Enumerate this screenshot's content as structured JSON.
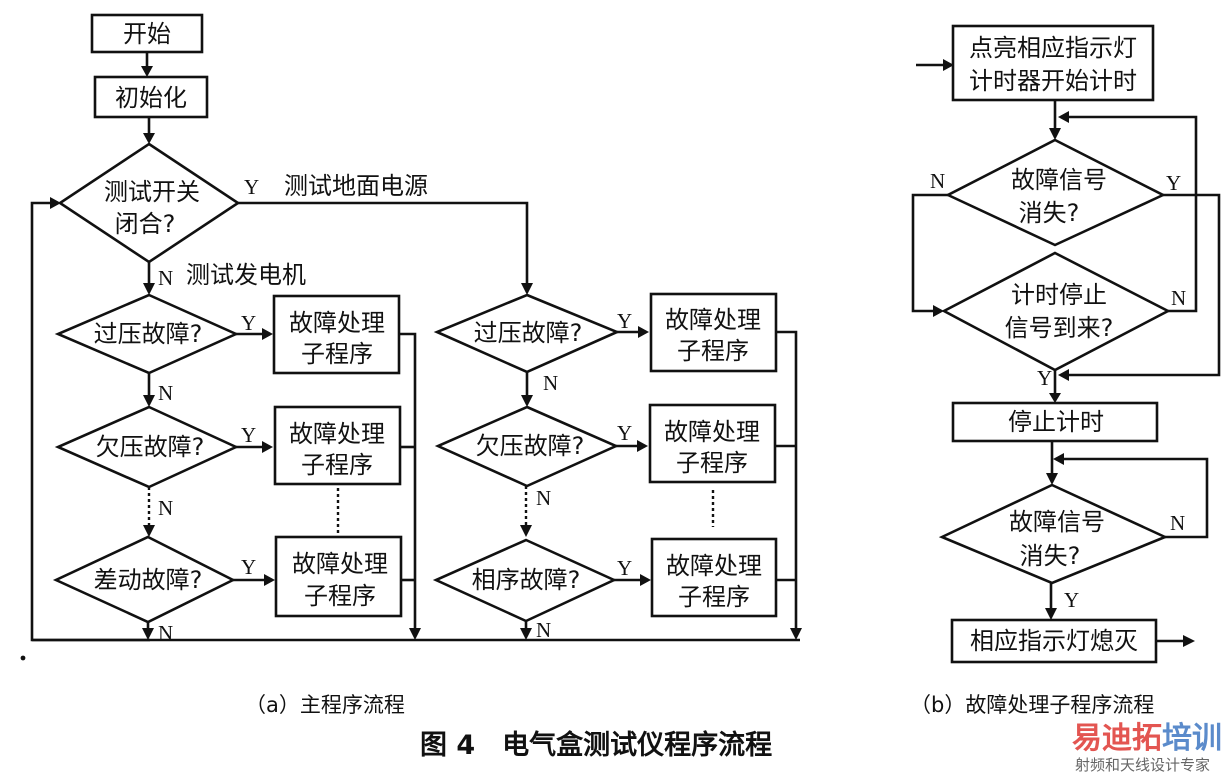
{
  "figure": {
    "title": "图 4　电气盒测试仪程序流程",
    "caption_a": "（a）主程序流程",
    "caption_b": "（b）故障处理子程序流程"
  },
  "main_flow": {
    "start": "开始",
    "init": "初始化",
    "switch_decision": [
      "测试开关",
      "闭合?"
    ],
    "yes_branch_label": "测试地面电源",
    "no_branch_label": "测试发电机",
    "generator_checks": [
      {
        "label": "过压故障?",
        "handler": [
          "故障处理",
          "子程序"
        ]
      },
      {
        "label": "欠压故障?",
        "handler": [
          "故障处理",
          "子程序"
        ]
      },
      {
        "label": "差动故障?",
        "handler": [
          "故障处理",
          "子程序"
        ]
      }
    ],
    "ground_power_checks": [
      {
        "label": "过压故障?",
        "handler": [
          "故障处理",
          "子程序"
        ]
      },
      {
        "label": "欠压故障?",
        "handler": [
          "故障处理",
          "子程序"
        ]
      },
      {
        "label": "相序故障?",
        "handler": [
          "故障处理",
          "子程序"
        ]
      }
    ]
  },
  "sub_flow": {
    "entry": [
      "点亮相应指示灯",
      "计时器开始计时"
    ],
    "decision_fault_cleared": [
      "故障信号",
      "消失?"
    ],
    "decision_timer_stop": [
      "计时停止",
      "信号到来?"
    ],
    "stop_timer": "停止计时",
    "decision_fault_cleared_2": [
      "故障信号",
      "消失?"
    ],
    "exit": "相应指示灯熄灭"
  },
  "labels": {
    "yes": "Y",
    "no": "N"
  },
  "watermark": {
    "brand": [
      "易迪拓",
      "培训"
    ],
    "tagline": "射频和天线设计专家",
    "colors": {
      "brand_red": "#e0433f",
      "brand_blue": "#4a7fc6",
      "tagline": "#555555"
    }
  }
}
